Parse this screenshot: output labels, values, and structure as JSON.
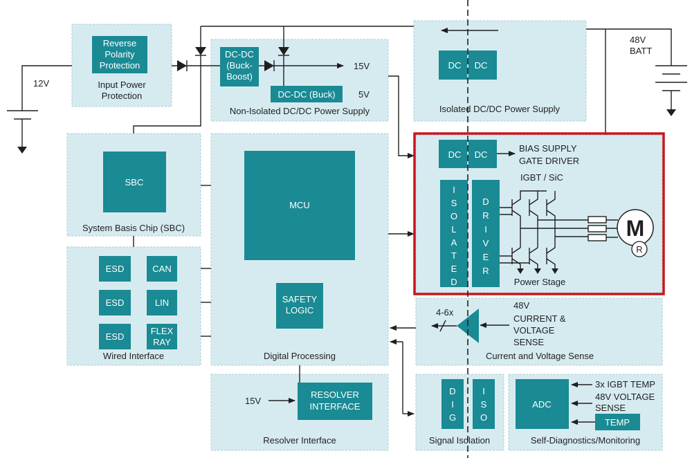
{
  "battery_12v": "12V",
  "battery_48v": [
    "48V",
    "BATT"
  ],
  "input_protection": {
    "block": [
      "Reverse",
      "Polarity",
      "Protection"
    ],
    "caption": [
      "Input Power",
      "Protection"
    ]
  },
  "non_isolated": {
    "buck_boost": [
      "DC-DC",
      "(Buck-",
      "Boost)"
    ],
    "buck": "DC-DC (Buck)",
    "out_15v": "15V",
    "out_5v": "5V",
    "caption": "Non-Isolated DC/DC Power Supply"
  },
  "isolated_supply": {
    "block_left": "DC",
    "block_right": "DC",
    "caption": "Isolated DC/DC Power Supply"
  },
  "sbc": {
    "block": "SBC",
    "caption": "System Basis Chip (SBC)"
  },
  "wired": {
    "esd": [
      "ESD",
      "ESD",
      "ESD"
    ],
    "can": "CAN",
    "lin": "LIN",
    "flexray": [
      "FLEX",
      "RAY"
    ],
    "caption": "Wired Interface"
  },
  "digital": {
    "mcu": "MCU",
    "safety": [
      "SAFETY",
      "LOGIC"
    ],
    "caption": "Digital Processing"
  },
  "power_stage": {
    "dcdc_left": "DC",
    "dcdc_right": "DC",
    "bias": [
      "BIAS SUPPLY",
      "GATE DRIVER"
    ],
    "igbt": "IGBT / SiC",
    "isolated": [
      "I",
      "S",
      "O",
      "L",
      "A",
      "T",
      "E",
      "D"
    ],
    "driver": [
      "D",
      "R",
      "I",
      "V",
      "E",
      "R"
    ],
    "motor": "M",
    "resolver": "R",
    "caption": "Power Stage"
  },
  "current_sense": {
    "gain": "4-6x",
    "label": [
      "48V",
      "CURRENT &",
      "VOLTAGE",
      "SENSE"
    ],
    "caption": "Current and Voltage Sense"
  },
  "resolver": {
    "in_15v": "15V",
    "block": [
      "RESOLVER",
      "INTERFACE"
    ],
    "caption": "Resolver Interface"
  },
  "signal_iso": {
    "dig": [
      "D",
      "I",
      "G"
    ],
    "iso": [
      "I",
      "S",
      "O"
    ],
    "caption": "Signal Isolation"
  },
  "diagnostics": {
    "adc": "ADC",
    "inputs": [
      "3x IGBT TEMP",
      "48V VOLTAGE",
      "SENSE"
    ],
    "temp": "TEMP",
    "caption": "Self-Diagnostics/Monitoring"
  },
  "colors": {
    "panel": "#d6ebf0",
    "block": "#1a8a94",
    "highlight": "#c8161d"
  }
}
